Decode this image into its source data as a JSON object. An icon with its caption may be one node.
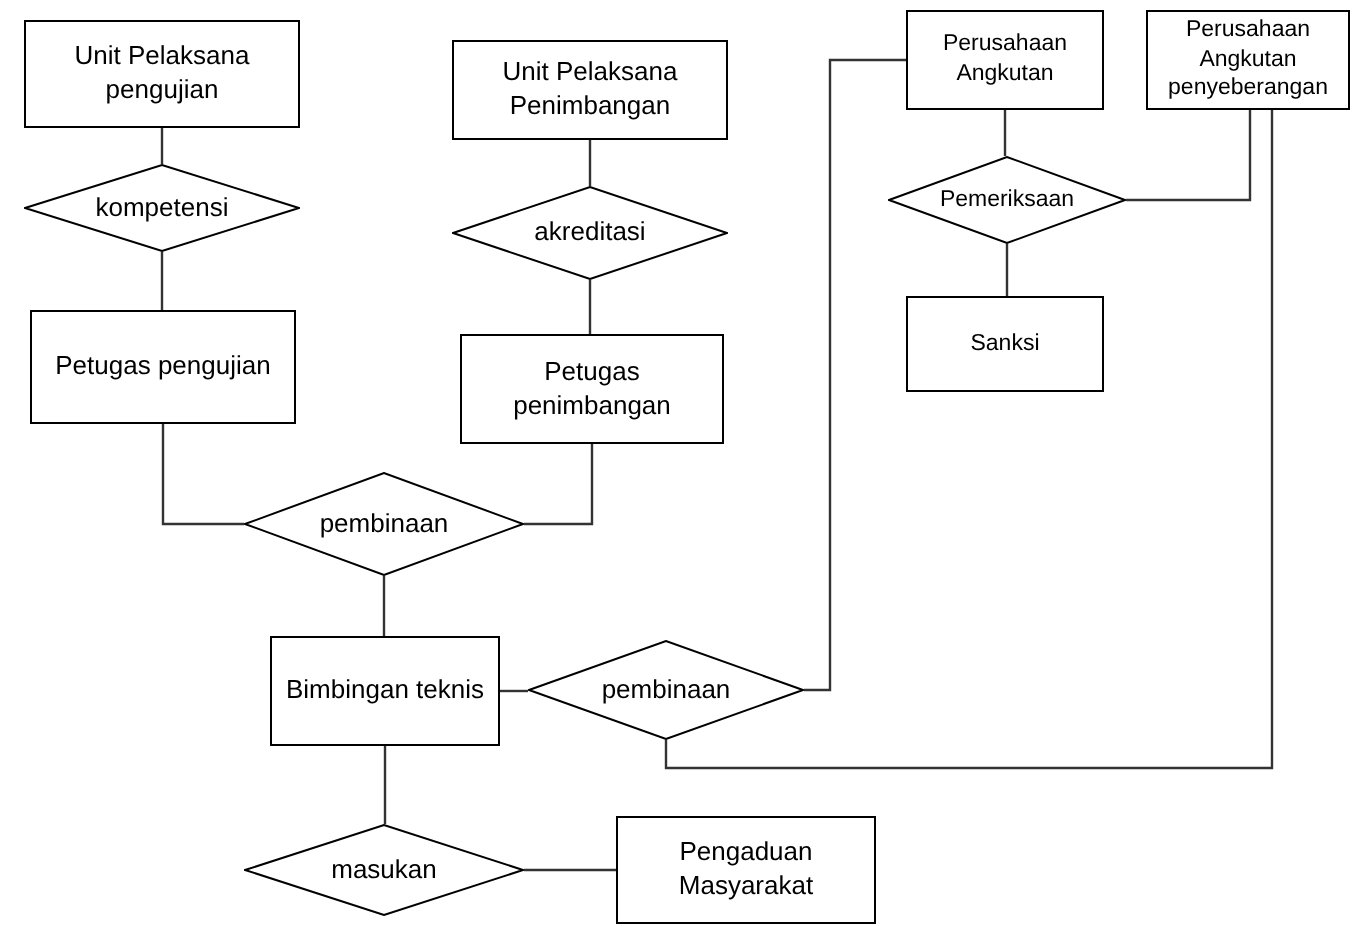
{
  "diagram": {
    "nodes": [
      {
        "text": [
          "Unit Pelaksana pengujian"
        ]
      },
      {
        "text": [
          "kompetensi"
        ]
      },
      {
        "text": [
          "Petugas pengujian"
        ]
      },
      {
        "text": [
          "Unit Pelaksana Penimbangan"
        ]
      },
      {
        "text": [
          "akreditasi"
        ]
      },
      {
        "text": [
          "Petugas penimbangan"
        ]
      },
      {
        "text": [
          "pembinaan"
        ]
      },
      {
        "text": [
          "Bimbingan teknis"
        ]
      },
      {
        "text": [
          "pembinaan"
        ]
      },
      {
        "text": [
          "masukan"
        ]
      },
      {
        "text": [
          "Pengaduan Masyarakat"
        ]
      },
      {
        "text": [
          "Perusahaan Angkutan"
        ]
      },
      {
        "text": [
          "Perusahaan Angkutan penyeberangan"
        ]
      },
      {
        "text": [
          "Pemeriksaan"
        ]
      },
      {
        "text": [
          "Sanksi"
        ]
      }
    ],
    "edges": [
      {
        "from": 0,
        "to": 1,
        "arrow": "none"
      },
      {
        "from": 1,
        "to": 2,
        "arrow": "none"
      },
      {
        "from": 3,
        "to": 4,
        "arrow": "none"
      },
      {
        "from": 4,
        "to": 5,
        "arrow": "none"
      },
      {
        "from": 2,
        "to": 6,
        "arrow": "none"
      },
      {
        "from": 5,
        "to": 6,
        "arrow": "none"
      },
      {
        "from": 6,
        "to": 7,
        "arrow": "none"
      },
      {
        "from": 7,
        "to": 8,
        "arrow": "none"
      },
      {
        "from": 8,
        "to": 11,
        "arrow": "none"
      },
      {
        "from": 8,
        "to": 12,
        "arrow": "none"
      },
      {
        "from": 7,
        "to": 9,
        "arrow": "none"
      },
      {
        "from": 9,
        "to": 10,
        "arrow": "none"
      },
      {
        "from": 11,
        "to": 13,
        "arrow": "none"
      },
      {
        "from": 12,
        "to": 13,
        "arrow": "none"
      },
      {
        "from": 13,
        "to": 14,
        "arrow": "none"
      }
    ]
  }
}
